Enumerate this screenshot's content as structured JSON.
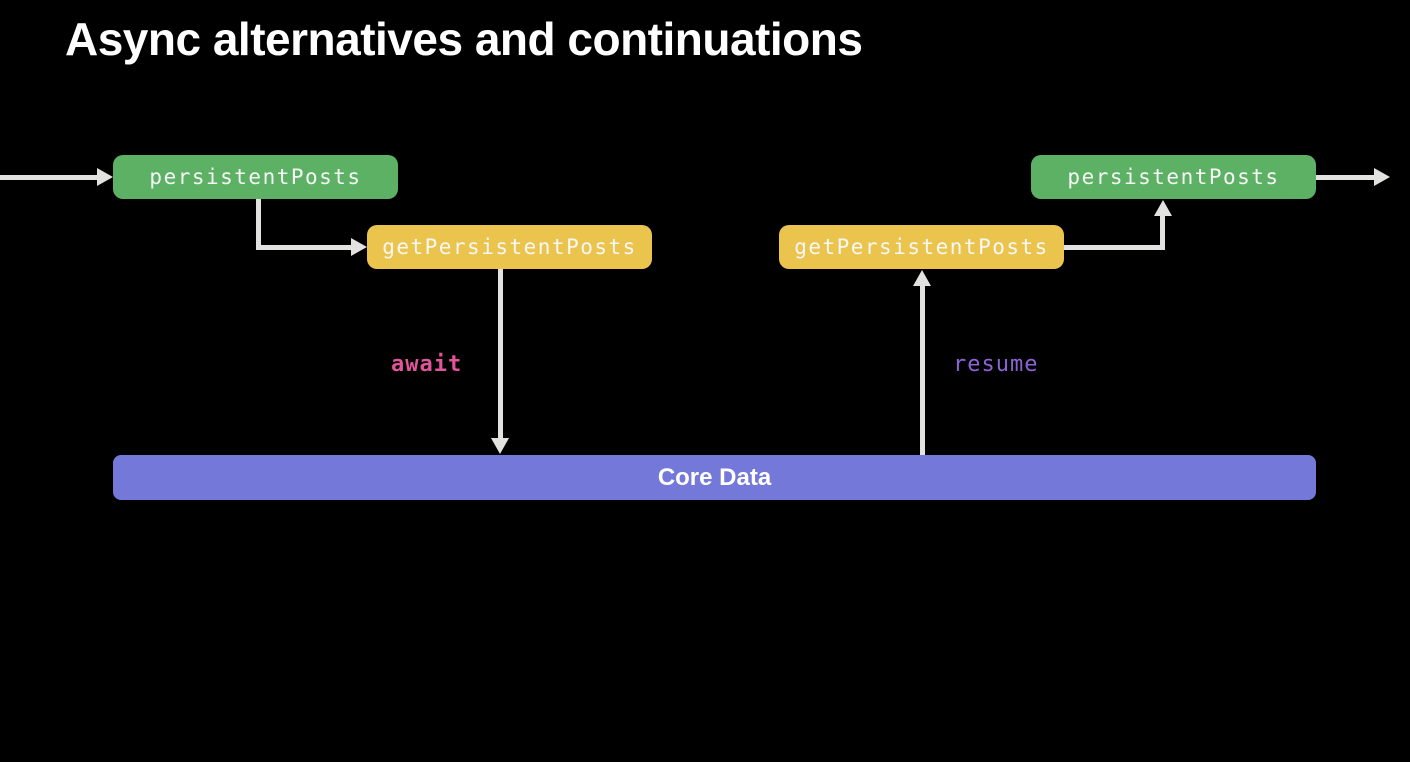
{
  "slide": {
    "title": "Async alternatives and continuations"
  },
  "colors": {
    "background": "#000000",
    "node_green": "#5cb164",
    "node_yellow": "#eac44d",
    "core_data_purple": "#7478d8",
    "arrow_gray": "#e2e2e0",
    "await_pink": "#e0559a",
    "resume_purple": "#8d63d6",
    "node_text": "#f7f7f7"
  },
  "diagram": {
    "nodes": [
      {
        "id": "persistent-posts-left",
        "label": "persistentPosts",
        "color": "#5cb164"
      },
      {
        "id": "get-persistent-posts-left",
        "label": "getPersistentPosts",
        "color": "#eac44d"
      },
      {
        "id": "get-persistent-posts-right",
        "label": "getPersistentPosts",
        "color": "#eac44d"
      },
      {
        "id": "persistent-posts-right",
        "label": "persistentPosts",
        "color": "#5cb164"
      }
    ],
    "annotations": {
      "await_label": "await",
      "resume_label": "resume"
    },
    "core_data": {
      "label": "Core Data"
    }
  }
}
